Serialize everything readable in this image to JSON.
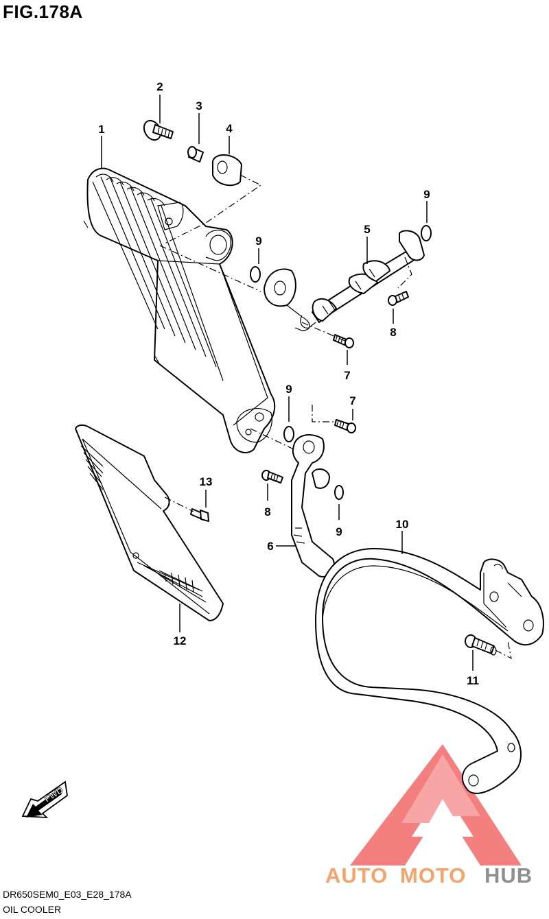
{
  "figure": {
    "title": "FIG.178A"
  },
  "footer": {
    "code": "DR650SEM0_E03_E28_178A",
    "caption": "OIL COOLER"
  },
  "direction_badge": {
    "text": "FWD"
  },
  "watermark": {
    "text_a": "AUTO",
    "text_b": "MOTO",
    "text_c": "HUB",
    "color_a": "#f4a36a",
    "color_b": "#9a9a9a",
    "logo_color": "#ef3b3b"
  },
  "callouts": [
    {
      "id": "c1",
      "label": "1"
    },
    {
      "id": "c2",
      "label": "2"
    },
    {
      "id": "c3",
      "label": "3"
    },
    {
      "id": "c4",
      "label": "4"
    },
    {
      "id": "c5",
      "label": "5"
    },
    {
      "id": "c6",
      "label": "6"
    },
    {
      "id": "c7a",
      "label": "7"
    },
    {
      "id": "c7b",
      "label": "7"
    },
    {
      "id": "c8a",
      "label": "8"
    },
    {
      "id": "c8b",
      "label": "8"
    },
    {
      "id": "c9a",
      "label": "9"
    },
    {
      "id": "c9b",
      "label": "9"
    },
    {
      "id": "c9c",
      "label": "9"
    },
    {
      "id": "c9d",
      "label": "9"
    },
    {
      "id": "c10",
      "label": "10"
    },
    {
      "id": "c11",
      "label": "11"
    },
    {
      "id": "c12",
      "label": "12"
    },
    {
      "id": "c13",
      "label": "13"
    }
  ]
}
